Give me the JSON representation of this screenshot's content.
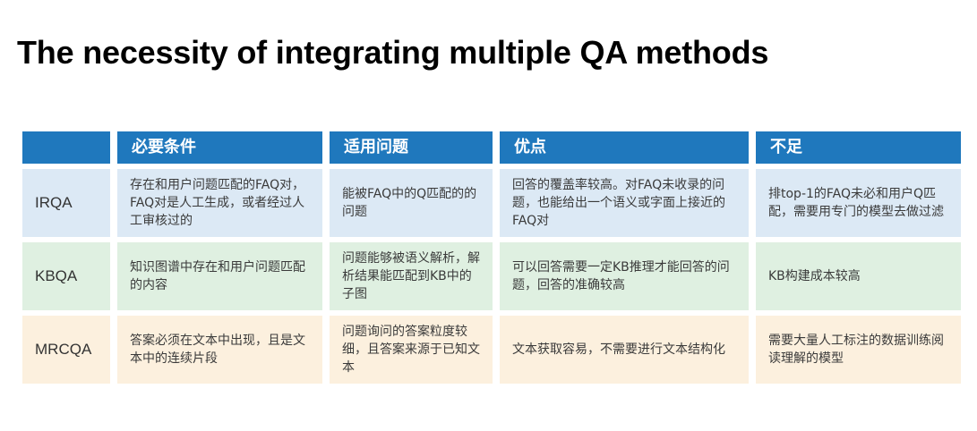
{
  "title": "The necessity of integrating multiple QA methods",
  "table": {
    "headers": [
      "",
      "必要条件",
      "适用问题",
      "优点",
      "不足"
    ],
    "rows": [
      {
        "name": "IRQA",
        "cells": [
          "存在和用户问题匹配的FAQ对，FAQ对是人工生成，或者经过人工审核过的",
          "能被FAQ中的Q匹配的的问题",
          "回答的覆盖率较高。对FAQ未收录的问题，也能给出一个语义或字面上接近的FAQ对",
          "排top-1的FAQ未必和用户Q匹配，需要用专门的模型去做过滤"
        ]
      },
      {
        "name": "KBQA",
        "cells": [
          "知识图谱中存在和用户问题匹配的内容",
          "问题能够被语义解析，解析结果能匹配到KB中的子图",
          "可以回答需要一定KB推理才能回答的问题，回答的准确较高",
          "KB构建成本较高"
        ]
      },
      {
        "name": "MRCQA",
        "cells": [
          "答案必须在文本中出现，且是文本中的连续片段",
          "问题询问的答案粒度较细，且答案来源于已知文本",
          "文本获取容易，不需要进行文本结构化",
          "需要大量人工标注的数据训练阅读理解的模型"
        ]
      }
    ]
  },
  "colors": {
    "header_bg": "#1f78bd",
    "row1_bg": "#dce9f5",
    "row2_bg": "#dff0e1",
    "row3_bg": "#fcf0de"
  }
}
